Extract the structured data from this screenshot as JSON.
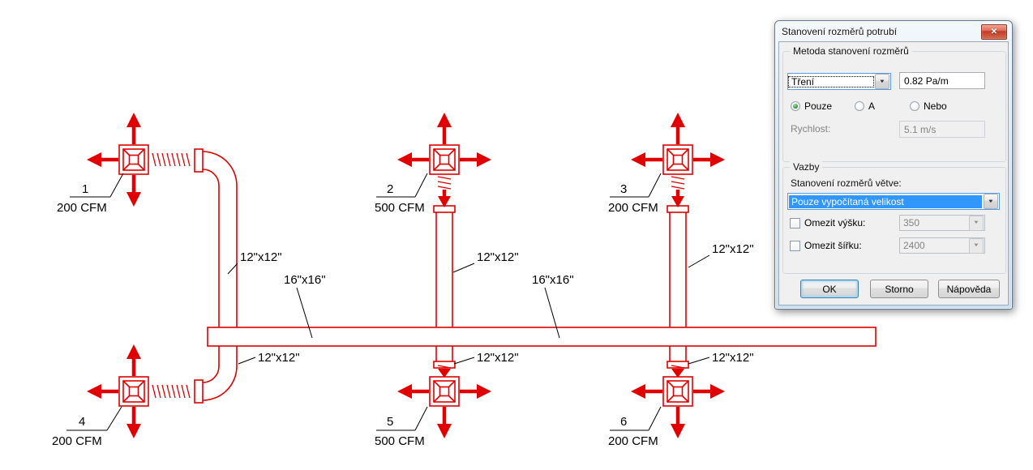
{
  "drawing": {
    "size_labels": {
      "branch": "12\"x12\"",
      "main": "16\"x16\""
    },
    "outlets": [
      {
        "number": "1",
        "flow": "200 CFM"
      },
      {
        "number": "2",
        "flow": "500 CFM"
      },
      {
        "number": "3",
        "flow": "200 CFM"
      },
      {
        "number": "4",
        "flow": "200 CFM"
      },
      {
        "number": "5",
        "flow": "500 CFM"
      },
      {
        "number": "6",
        "flow": "200 CFM"
      }
    ],
    "colors": {
      "duct": "#e00000",
      "label": "#000000",
      "background": "#ffffff"
    }
  },
  "icons": {
    "close": "✕",
    "dropdown": "▼"
  },
  "dialog": {
    "title": "Stanovení rozměrů potrubí",
    "method_group": {
      "label": "Metoda stanovení rozměrů",
      "method_value": "Tření",
      "friction_value": "0.82 Pa/m",
      "radios": {
        "only": "Pouze",
        "and": "A",
        "or": "Nebo"
      },
      "velocity_label": "Rychlost:",
      "velocity_value": "5.1 m/s"
    },
    "constraints_group": {
      "label": "Vazby",
      "branch_label": "Stanovení rozměrů větve:",
      "branch_value": "Pouze vypočítaná velikost",
      "limit_height_label": "Omezit výšku:",
      "limit_height_value": "350",
      "limit_width_label": "Omezit šířku:",
      "limit_width_value": "2400"
    },
    "buttons": {
      "ok": "OK",
      "cancel": "Storno",
      "help": "Nápověda"
    }
  }
}
